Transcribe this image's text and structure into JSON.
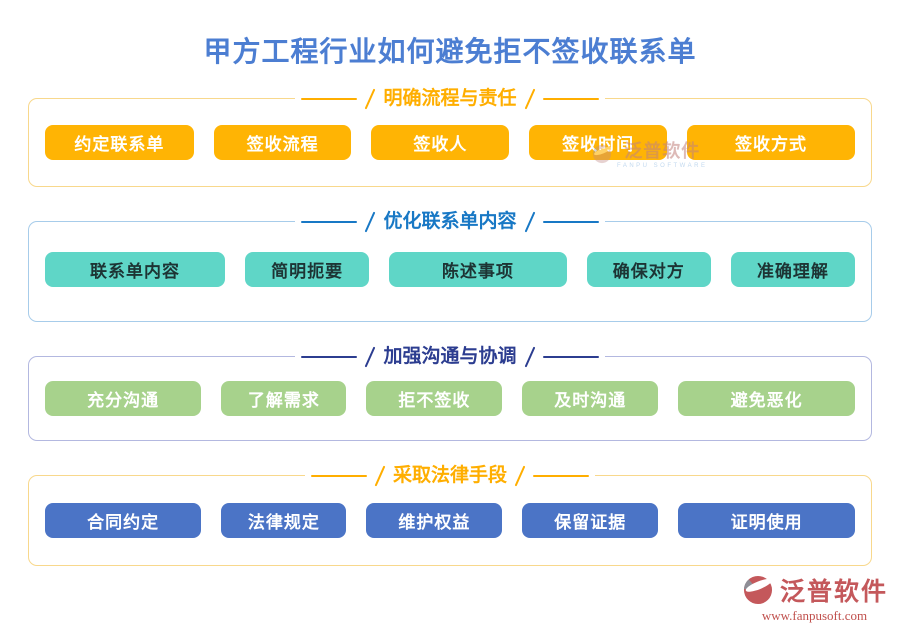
{
  "title": "甲方工程行业如何避免拒不签收联系单",
  "sections": [
    {
      "title": "明确流程与责任",
      "theme_color": "#FFB404",
      "items": [
        "约定联系单",
        "签收流程",
        "签收人",
        "签收时间",
        "签收方式"
      ]
    },
    {
      "title": "优化联系单内容",
      "theme_color": "#5FD6C7",
      "items": [
        "联系单内容",
        "简明扼要",
        "陈述事项",
        "确保对方",
        "准确理解"
      ]
    },
    {
      "title": "加强沟通与协调",
      "theme_color": "#A7D28C",
      "items": [
        "充分沟通",
        "了解需求",
        "拒不签收",
        "及时沟通",
        "避免恶化"
      ]
    },
    {
      "title": "采取法律手段",
      "theme_color": "#4B74C6",
      "items": [
        "合同约定",
        "法律规定",
        "维护权益",
        "保留证据",
        "证明使用"
      ]
    }
  ],
  "watermark": {
    "name": "泛普软件",
    "sub": "FANPU SOFTWARE"
  },
  "brand": {
    "name": "泛普软件",
    "url": "www.fanpusoft.com"
  },
  "colors": {
    "title_blue": "#4C7ED2",
    "heading_orange": "#FFAE00",
    "heading_blue": "#1878C5",
    "heading_navy": "#2C3D90",
    "border_yellow": "#F8D88C",
    "border_blue": "#A7CCEA",
    "border_periwinkle": "#B3B8E0",
    "logo_red": "#C4585B"
  }
}
